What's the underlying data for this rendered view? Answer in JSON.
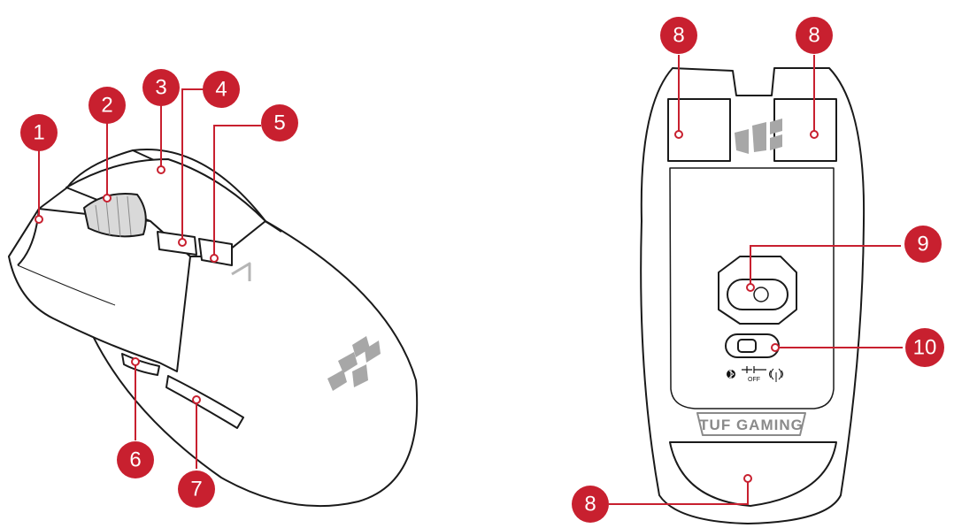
{
  "colors": {
    "callout": "#c8202f",
    "outline": "#1a1a1a",
    "logo": "#a7a7a7"
  },
  "icons": {
    "bluetooth": "bluetooth-icon",
    "wireless": "wireless-signal-icon",
    "logo": "tuf-logo-icon"
  },
  "callouts": {
    "c1": "1",
    "c2": "2",
    "c3": "3",
    "c4": "4",
    "c5": "5",
    "c6": "6",
    "c7": "7",
    "c8a": "8",
    "c8b": "8",
    "c8c": "8",
    "c9": "9",
    "c10": "10"
  },
  "bottom_view": {
    "brand_text": "TUF GAMING",
    "switch_off_label": "OFF"
  }
}
